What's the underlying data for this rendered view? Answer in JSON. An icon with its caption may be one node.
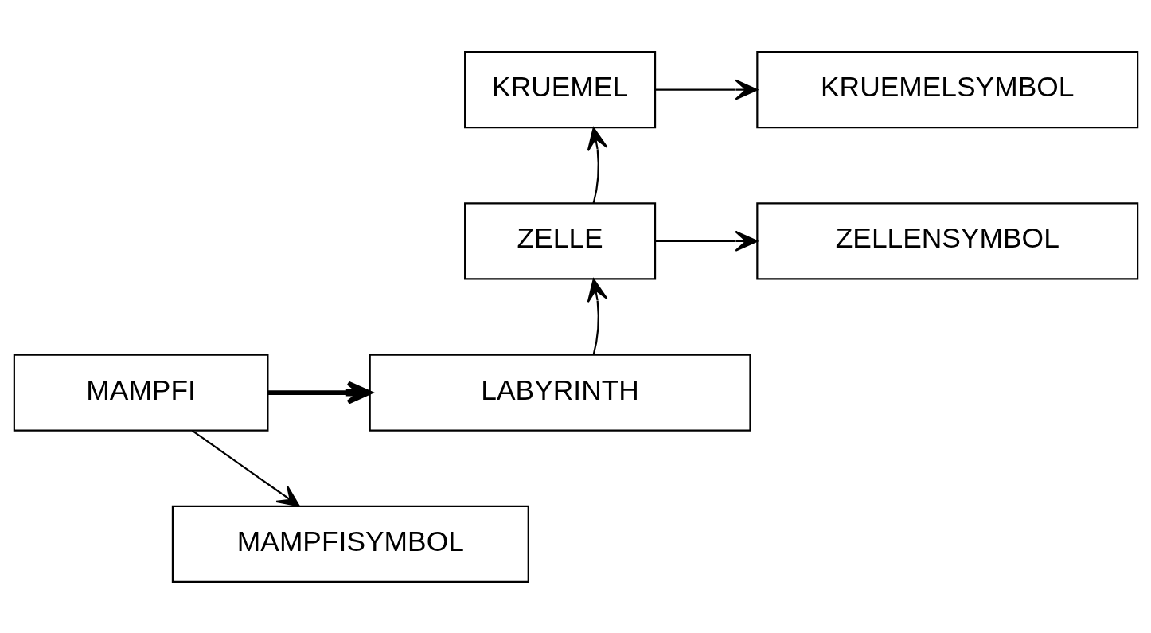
{
  "diagram": {
    "nodes": [
      {
        "text": [
          "KRUEMEL"
        ]
      },
      {
        "text": [
          "KRUEMELSYMBOL"
        ]
      },
      {
        "text": [
          "ZELLE"
        ]
      },
      {
        "text": [
          "ZELLENSYMBOL"
        ]
      },
      {
        "text": [
          "LABYRINTH"
        ]
      },
      {
        "text": [
          "MAMPFI"
        ]
      },
      {
        "text": [
          "MAMPFISYMBOL"
        ]
      }
    ],
    "edges": [
      {
        "from": 0,
        "to": 1,
        "arrow": "to"
      },
      {
        "from": 2,
        "to": 0,
        "arrow": "to"
      },
      {
        "from": 2,
        "to": 3,
        "arrow": "to"
      },
      {
        "from": 4,
        "to": 2,
        "arrow": "to"
      },
      {
        "from": 5,
        "to": 4,
        "arrow": "to",
        "style": "thick"
      },
      {
        "from": 5,
        "to": 6,
        "arrow": "to"
      }
    ]
  }
}
